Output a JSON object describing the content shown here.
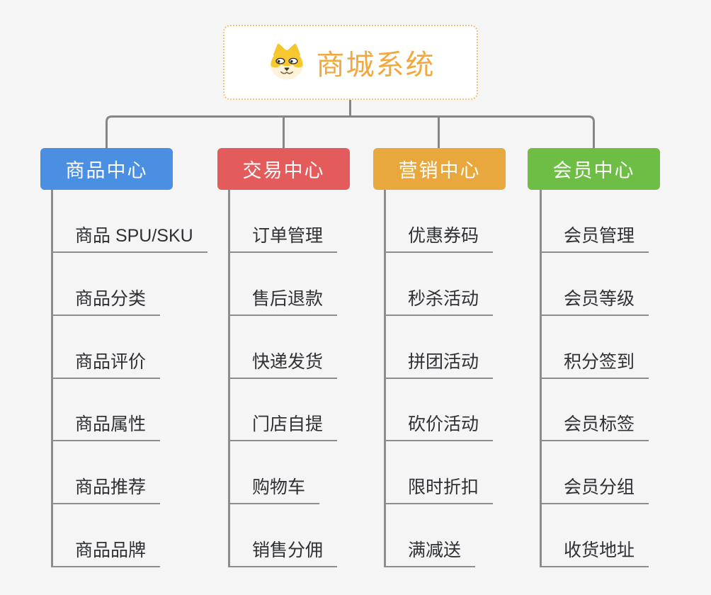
{
  "root": {
    "title": "商城系统",
    "icon": "shiba-dog-icon"
  },
  "branches": [
    {
      "label": "商品中心",
      "color": "#4b8fe2",
      "children": [
        "商品 SPU/SKU",
        "商品分类",
        "商品评价",
        "商品属性",
        "商品推荐",
        "商品品牌"
      ]
    },
    {
      "label": "交易中心",
      "color": "#e45b5b",
      "children": [
        "订单管理",
        "售后退款",
        "快递发货",
        "门店自提",
        "购物车",
        "销售分佣"
      ]
    },
    {
      "label": "营销中心",
      "color": "#e9a83d",
      "children": [
        "优惠券码",
        "秒杀活动",
        "拼团活动",
        "砍价活动",
        "限时折扣",
        "满减送"
      ]
    },
    {
      "label": "会员中心",
      "color": "#6ebe45",
      "children": [
        "会员管理",
        "会员等级",
        "积分签到",
        "会员标签",
        "会员分组",
        "收货地址"
      ]
    }
  ],
  "colors": {
    "canvas_background": "#f5f5f6",
    "root_accent": "#f2a83d",
    "root_border": "#f2c178",
    "connector_line": "#868686",
    "leaf_text": "#2e3033"
  }
}
